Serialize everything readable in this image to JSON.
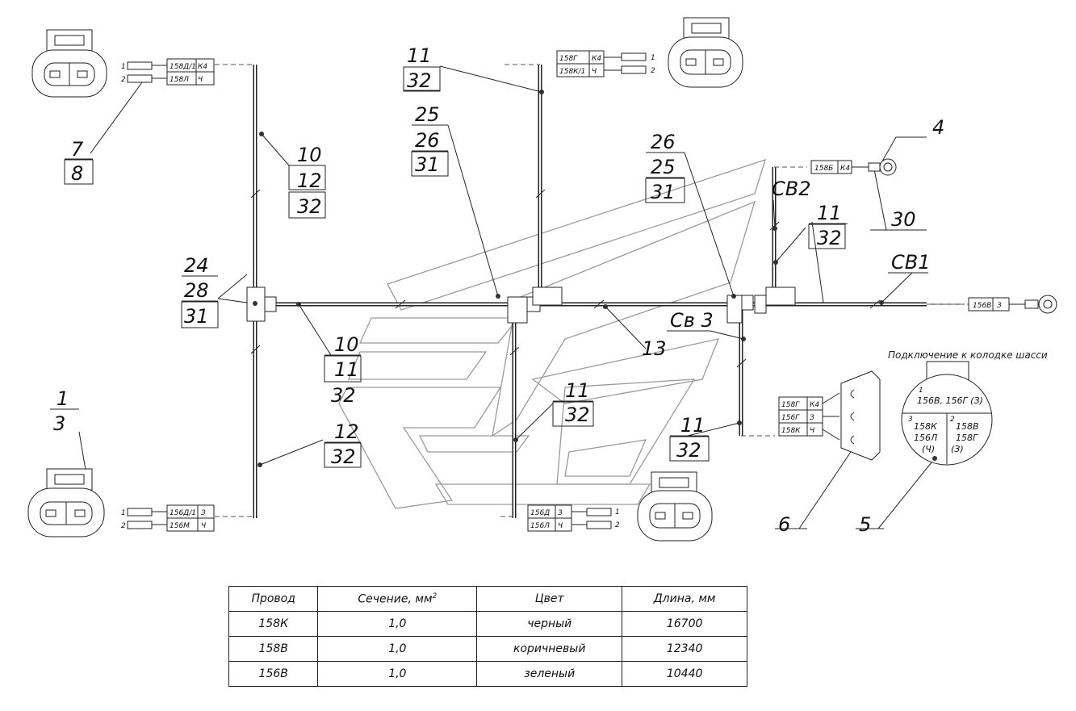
{
  "connector_labels": {
    "tl_wire1": "158Д/1",
    "tl_col1": "К4",
    "tl_wire2": "158Л",
    "tl_col2": "Ч",
    "tc_wire1": "158Г",
    "tc_col1": "К4",
    "tc_wire2": "158К/1",
    "tc_col2": "Ч",
    "bl_wire1": "156Д/1",
    "bl_col1": "З",
    "bl_wire2": "156М",
    "bl_col2": "Ч",
    "bc_wire1": "156Д",
    "bc_col1": "З",
    "bc_wire2": "156Л",
    "bc_col2": "Ч",
    "ring_top_wire": "158Б",
    "ring_top_col": "К4",
    "ring_right_wire": "156В",
    "ring_right_col": "З",
    "blk_wire1": "158Г",
    "blk_col1": "К4",
    "blk_wire2": "156Г",
    "blk_col2": "З",
    "blk_wire3": "158К",
    "blk_col3": "Ч",
    "pin1": "1",
    "pin2": "2"
  },
  "callouts": {
    "c1": "1",
    "c3": "3",
    "c7": "7",
    "c8": "8",
    "c10a": "10",
    "c12a": "12",
    "c32a": "32",
    "c11a": "11",
    "c32b": "32",
    "c25a": "25",
    "c26a": "26",
    "c31a": "31",
    "c26b": "26",
    "c25b": "25",
    "c31b": "31",
    "c4": "4",
    "c30": "30",
    "cv2": "СВ2",
    "c11b": "11",
    "c32c": "32",
    "cv1": "СВ1",
    "c24": "24",
    "c28": "28",
    "c31c": "31",
    "c10b": "10",
    "c11c": "11",
    "c32d": "32",
    "c12b": "12",
    "c32e": "32",
    "c11d": "11",
    "c32f": "32",
    "cv3": "Св 3",
    "c13": "13",
    "c11e": "11",
    "c32g": "32",
    "c6": "6",
    "c5": "5"
  },
  "chassis": {
    "title": "Подключение к колодке шасси",
    "p1": "1",
    "l1": "156В, 156Г (З)",
    "p3": "3",
    "l3a": "158К",
    "l3b": "156Л",
    "l3c": "(Ч)",
    "p2": "2",
    "l2a": "158В",
    "l2b": "158Г",
    "l2c": "(З)"
  },
  "table": {
    "headers": [
      "Провод",
      "Сечение, мм",
      "Цвет",
      "Длина, мм"
    ],
    "header_sup": "2",
    "rows": [
      [
        "158К",
        "1,0",
        "черный",
        "16700"
      ],
      [
        "158В",
        "1,0",
        "коричневый",
        "12340"
      ],
      [
        "156В",
        "1,0",
        "зеленый",
        "10440"
      ]
    ]
  }
}
